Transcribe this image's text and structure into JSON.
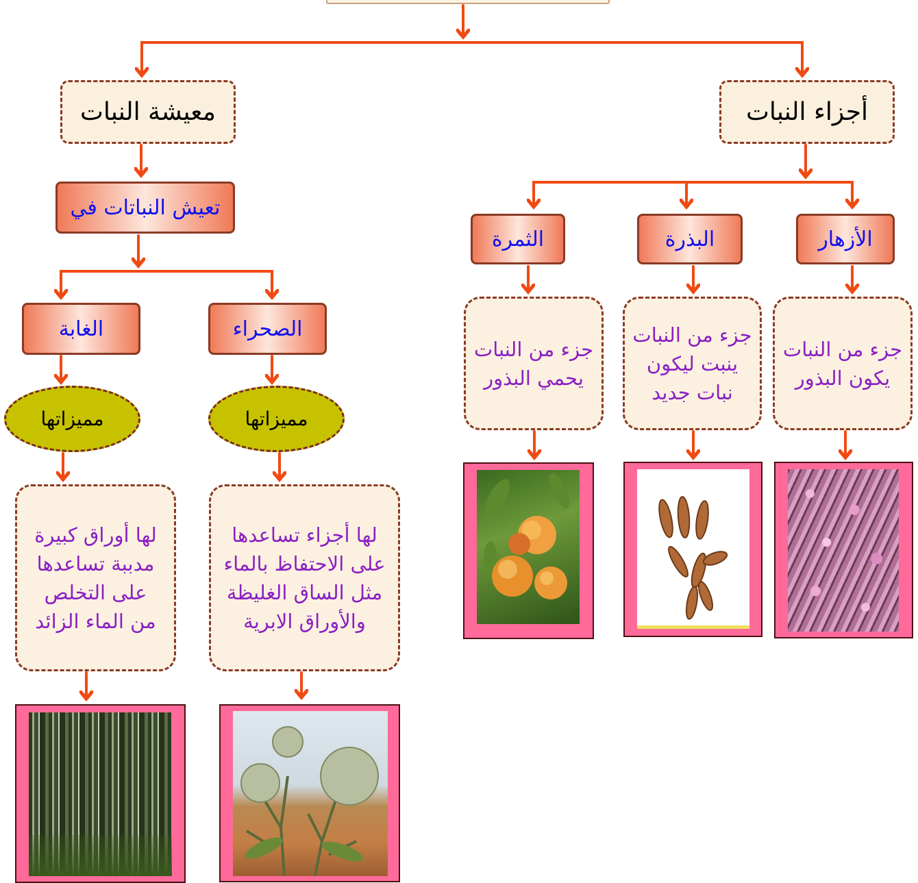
{
  "diagram": {
    "plant_parts": {
      "title": "أجزاء النبات",
      "items": [
        {
          "label": "الأزهار",
          "description": "جزء من النبات يكون البذور",
          "image": "flowers-photo"
        },
        {
          "label": "البذرة",
          "description": "جزء من النبات ينبت ليكون نبات جديد",
          "image": "seeds-photo"
        },
        {
          "label": "الثمرة",
          "description": "جزء من النبات يحمي البذور",
          "image": "fruit-photo"
        }
      ]
    },
    "plant_living": {
      "title": "معيشة النبات",
      "subtitle": "تعيش النباتات في",
      "habitats": [
        {
          "label": "الصحراء",
          "feature_label": "مميزاتها",
          "description": "لها أجزاء تساعدها على الاحتفاظ بالماء مثل الساق الغليظة والأوراق الابرية",
          "image": "desert-plant-photo"
        },
        {
          "label": "الغابة",
          "feature_label": "مميزاتها",
          "description": "لها أوراق كبيرة مدببة تساعدها على التخلص من الماء الزائد",
          "image": "forest-photo"
        }
      ]
    }
  },
  "colors": {
    "connector": "#f04a12",
    "frame": "#ff6a9a",
    "border": "#8a3a25",
    "label_text": "#1010ee",
    "description_text": "#8a1fc4"
  }
}
